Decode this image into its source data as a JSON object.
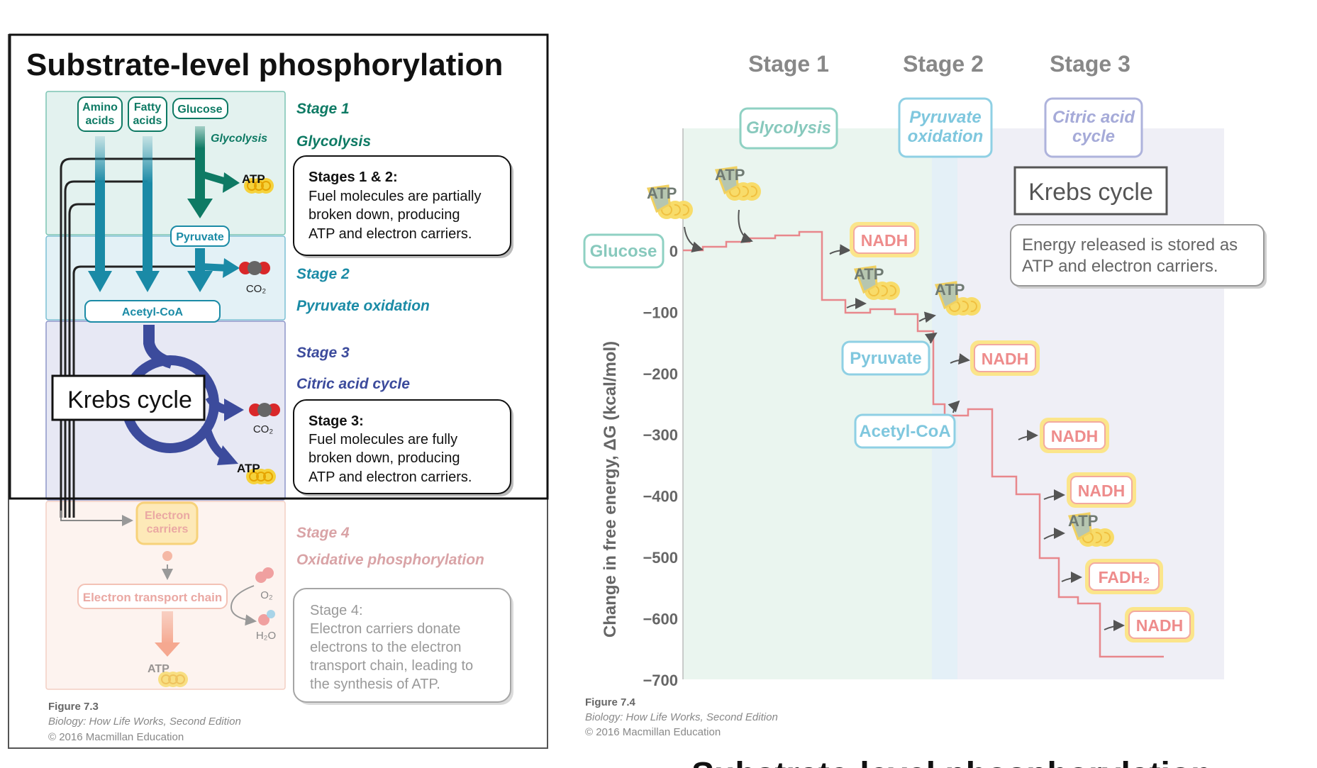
{
  "left_figure": {
    "title": "Substrate-level phosphorylation",
    "fuels": [
      "Amino acids",
      "Fatty acids",
      "Glucose"
    ],
    "fuel_lines": [
      [
        "Amino",
        "acids"
      ],
      [
        "Fatty",
        "acids"
      ],
      [
        "Glucose"
      ]
    ],
    "glycolysis_tag": "Glycolysis",
    "pyruvate": "Pyruvate",
    "acetyl_coa": "Acetyl-CoA",
    "krebs_label": "Krebs cycle",
    "co2": "CO₂",
    "atp": "ATP",
    "stages": [
      {
        "stage": "Stage 1",
        "name": "Glycolysis"
      },
      {
        "stage": "Stage 2",
        "name": "Pyruvate oxidation"
      },
      {
        "stage": "Stage 3",
        "name": "Citric acid cycle"
      },
      {
        "stage": "Stage 4",
        "name": "Oxidative phosphorylation"
      }
    ],
    "box12": {
      "title": "Stages 1 & 2:",
      "lines": [
        "Fuel molecules are partially",
        "broken down, producing",
        "ATP and electron carriers."
      ]
    },
    "box3": {
      "title": "Stage 3:",
      "lines": [
        "Fuel molecules are fully",
        "broken down, producing",
        "ATP and electron carriers."
      ]
    },
    "box4": {
      "title": "Stage 4:",
      "lines": [
        "Electron carriers donate",
        "electrons to the electron",
        "transport chain, leading to",
        "the synthesis of ATP."
      ]
    },
    "electron_carriers": [
      "Electron",
      "carriers"
    ],
    "etc": "Electron transport chain",
    "o2": "O₂",
    "h2o": "H₂O",
    "caption": {
      "fig": "Figure 7.3",
      "book": "Biology: How Life Works, Second Edition",
      "copyright": "© 2016 Macmillan Education"
    }
  },
  "right_figure": {
    "stage_headers": [
      "Stage 1",
      "Stage 2",
      "Stage 3"
    ],
    "phase_boxes": [
      [
        "Glycolysis"
      ],
      [
        "Pyruvate",
        "oxidation"
      ],
      [
        "Citric acid",
        "cycle"
      ]
    ],
    "krebs_label": "Krebs cycle",
    "note": [
      "Energy released is stored as",
      "ATP and electron carriers."
    ],
    "glucose": "Glucose",
    "pyruvate": "Pyruvate",
    "acetyl_coa": "Acetyl-CoA",
    "nadh": "NADH",
    "fadh2": "FADH₂",
    "atp": "ATP",
    "y_axis_label": "Change in free energy, ΔG (kcal/mol)",
    "y_ticks": [
      "0",
      "−100",
      "−200",
      "−300",
      "−400",
      "−500",
      "−600",
      "−700"
    ],
    "caption": {
      "fig": "Figure 7.4",
      "book": "Biology: How Life Works, Second Edition",
      "copyright": "© 2016 Macmillan Education"
    },
    "bottom_cut_title": "Substrate-level phosphorylation"
  },
  "colors": {
    "stage1": "#0e7a64",
    "stage2": "#1b8ba6",
    "stage3": "#3c4b9c",
    "stage4": "#d9a3a6",
    "teal_arrow": "#1a8aa6",
    "step_line": "#e8878c",
    "atp_yellow": "#f5d23c"
  }
}
